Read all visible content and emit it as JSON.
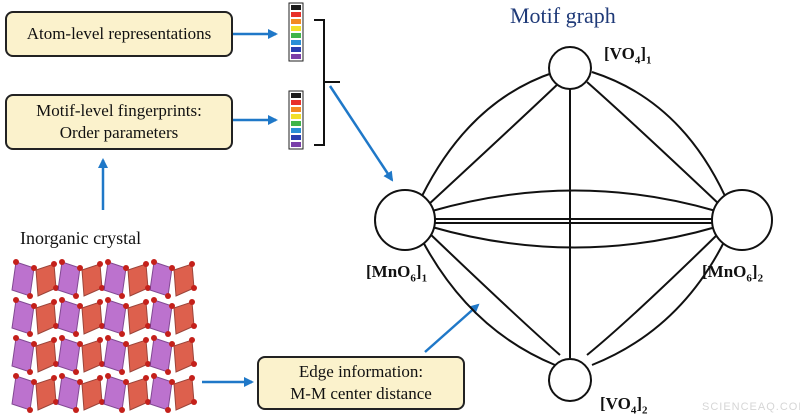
{
  "boxes": {
    "atom_level": "Atom-level representations",
    "motif_level_line1": "Motif-level fingerprints:",
    "motif_level_line2": "Order parameters",
    "edge_info_line1": "Edge information:",
    "edge_info_line2": "M-M center distance"
  },
  "crystal_label": "Inorganic crystal",
  "graph": {
    "title": "Motif graph",
    "nodes": {
      "top": {
        "base": "[VO",
        "sub1": "4",
        "mid": "]",
        "sub2": "1"
      },
      "left": {
        "base": "[MnO",
        "sub1": "6",
        "mid": "]",
        "sub2": "1"
      },
      "right": {
        "base": "[MnO",
        "sub1": "6",
        "mid": "]",
        "sub2": "2"
      },
      "bottom": {
        "base": "[VO",
        "sub1": "4",
        "mid": "]",
        "sub2": "2"
      }
    }
  },
  "colorbar": [
    "#1a1a1a",
    "#e8302a",
    "#f28a22",
    "#f2df2a",
    "#3fb54a",
    "#2a8fd6",
    "#2a3fb0",
    "#7a3fa8"
  ],
  "colors": {
    "arrow": "#1f78c8",
    "box_fill": "#fbf2cc",
    "title": "#1f3a78",
    "octahedra_purple": "#b15ac6",
    "octahedra_red": "#d8452e"
  },
  "watermark": "SCIENCEAQ.COM"
}
